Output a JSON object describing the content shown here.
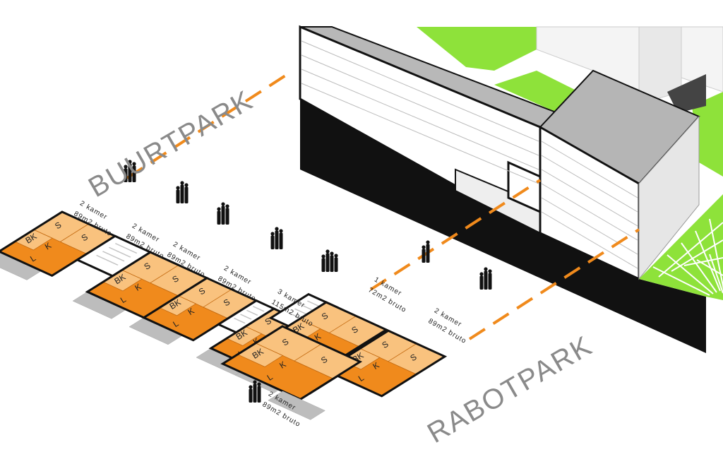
{
  "parks": {
    "north": "BUURTPARK",
    "south": "RABOTPARK"
  },
  "colors": {
    "orange": "#f08a1c",
    "light_orange": "#f9c27e",
    "black": "#111111",
    "green": "#8ee23a",
    "gray": "#bdbdbd"
  },
  "unit_labels": [
    {
      "rooms": "2 kamer",
      "area": "89m2 bruto"
    },
    {
      "rooms": "2 kamer",
      "area": "89m2 bruto"
    },
    {
      "rooms": "2 kamer",
      "area": "89m2 bruto"
    },
    {
      "rooms": "2 kamer",
      "area": "89m2 bruto"
    },
    {
      "rooms": "3 kamer",
      "area": "115m2 bruto"
    },
    {
      "rooms": "1 kamer",
      "area": "72m2 bruto"
    },
    {
      "rooms": "2 kamer",
      "area": "89m2 bruto"
    },
    {
      "rooms": "2 kamer",
      "area": "89m2 bruto"
    }
  ],
  "room_codes": {
    "living": "L",
    "kitchen": "K",
    "bathroom": "BK",
    "bedroom": "S"
  }
}
